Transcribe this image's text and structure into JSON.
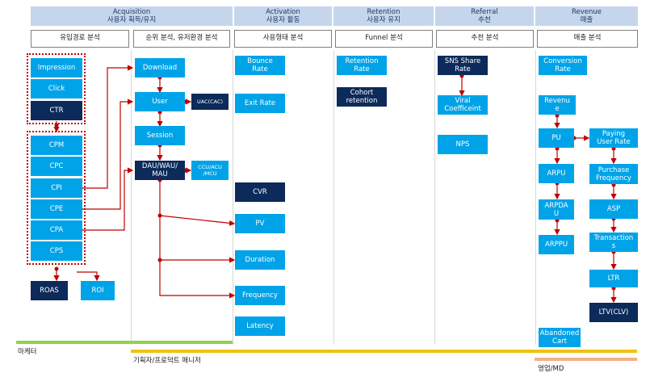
{
  "headers": [
    {
      "id": "acq",
      "line1": "Acquisition",
      "line2": "사용자 획득/유지"
    },
    {
      "id": "act",
      "line1": "Activation",
      "line2": "사용자 활동"
    },
    {
      "id": "ret",
      "line1": "Retention",
      "line2": "사용자 유지"
    },
    {
      "id": "ref",
      "line1": "Referral",
      "line2": "추천"
    },
    {
      "id": "rev",
      "line1": "Revenue",
      "line2": "매출"
    }
  ],
  "subheaders": [
    "유입경로 분석",
    "순위 분석, 유저환경 분석",
    "사용형태 분석",
    "Funnel 분석",
    "추천 분석",
    "매출 분석"
  ],
  "boxes": {
    "impression": "Impression",
    "click": "Click",
    "ctr": "CTR",
    "cpm": "CPM",
    "cpc": "CPC",
    "cpi": "CPI",
    "cpe": "CPE",
    "cpa": "CPA",
    "cps": "CPS",
    "roas": "ROAS",
    "roi": "ROI",
    "download": "Download",
    "user": "User",
    "uac": "UAC(CAC)",
    "session": "Session",
    "dau": "DAU/WAU/\nMAU",
    "ccu": "CCU/ACU\n/MCU",
    "bounce": "Bounce\nRate",
    "exit": "Exit Rate",
    "cvr": "CVR",
    "pv": "PV",
    "duration": "Duration",
    "frequency": "Frequency",
    "latency": "Latency",
    "retention": "Retention\nRate",
    "cohort": "Cohort\nretention",
    "sns": "SNS Share\nRate",
    "viral": "Viral\nCoefficeint",
    "nps": "NPS",
    "conversion": "Conversion\nRate",
    "revenue": "Revenu\ne",
    "pu": "PU",
    "paying": "Paying\nUser Rate",
    "arpu": "ARPU",
    "purchase": "Purchase\nFrequency",
    "arpdau": "ARPDA\nU",
    "asp": "ASP",
    "arppu": "ARPPU",
    "transactions": "Transaction\ns",
    "ltr": "LTR",
    "ltv": "LTV(CLV)",
    "abandoned": "Abandoned\nCart"
  },
  "bars": [
    {
      "id": "marketer",
      "label": "마케터",
      "color": "#92d050"
    },
    {
      "id": "planner",
      "label": "기획자/프로덕트 매니저",
      "color": "#f0c20a"
    },
    {
      "id": "sales",
      "label": "영업/MD",
      "color": "#f4b183"
    }
  ],
  "colors": {
    "header_bg": "#c5d6ec",
    "box_light": "#00a3e8",
    "box_dark": "#0c2a5a",
    "arrow": "#c00000"
  }
}
